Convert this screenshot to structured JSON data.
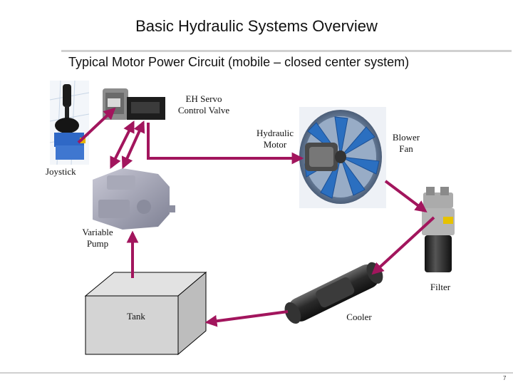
{
  "title": "Basic Hydraulic Systems Overview",
  "subtitle": "Typical Motor Power Circuit (mobile – closed center system)",
  "labels": {
    "eh_servo": "EH Servo\nControl Valve",
    "hydraulic_motor": "Hydraulic\nMotor",
    "blower_fan": "Blower\nFan",
    "joystick": "Joystick",
    "variable_pump": "Variable\nPump",
    "filter": "Filter",
    "tank": "Tank",
    "cooler": "Cooler"
  },
  "page_number": "7",
  "colors": {
    "arrow": "#a2155d",
    "tank_fill": "#d4d4d4",
    "tank_top": "#e2e2e2",
    "tank_side": "#bdbdbd",
    "rule": "#d0d0d0"
  }
}
